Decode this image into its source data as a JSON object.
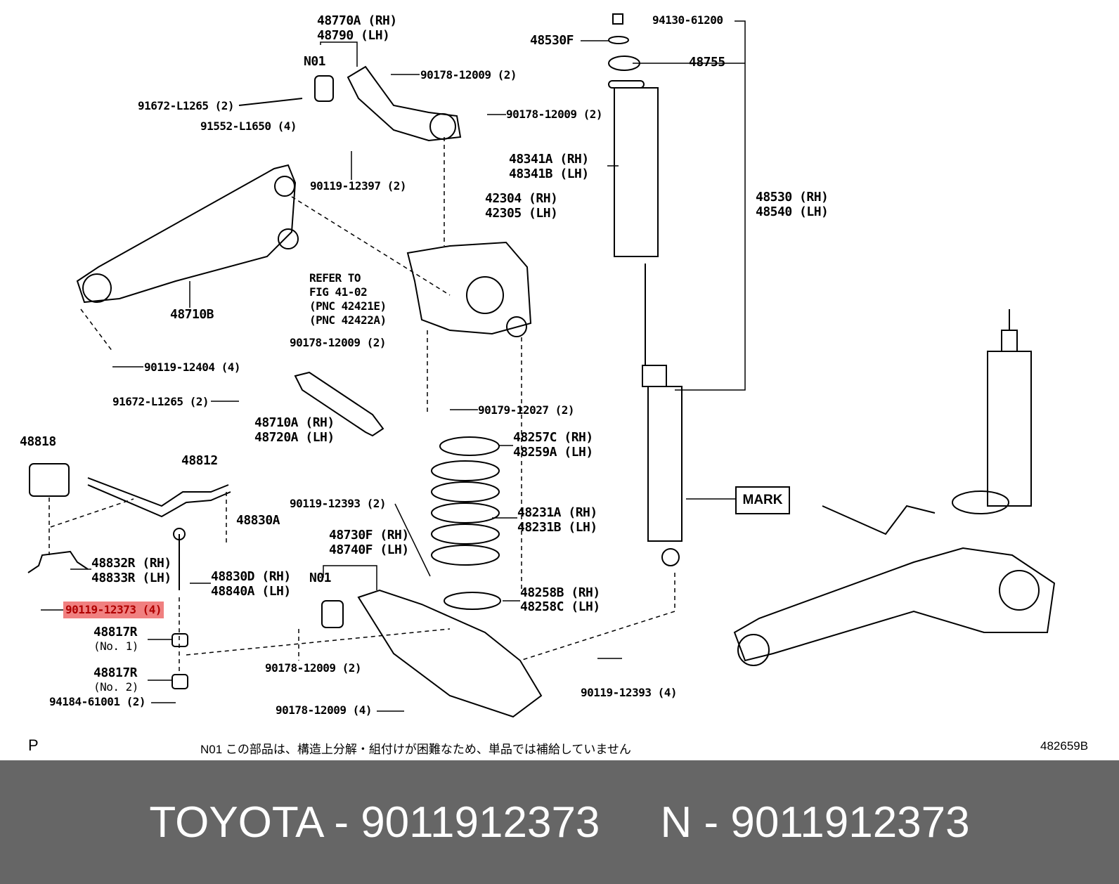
{
  "labels": {
    "l48770a": "48770A (RH)",
    "l48790": "48790 (LH)",
    "n01a": "N01",
    "l90178a": "90178-12009 (2)",
    "l91672a": "91672-L1265 (2)",
    "l90178b": "90178-12009 (2)",
    "l91552": "91552-L1650 (4)",
    "l90119_12397": "90119-12397 (2)",
    "l48710b": "48710B",
    "refer1": "REFER TO",
    "refer2": "FIG 41-02",
    "refer3": "(PNC 42421E)",
    "refer4": "(PNC 42422A)",
    "l90178c": "90178-12009 (2)",
    "l90119_12404": "90119-12404 (4)",
    "l91672b": "91672-L1265 (2)",
    "l90179": "90179-12027 (2)",
    "l48710a": "48710A (RH)",
    "l48720a": "48720A (LH)",
    "l42304": "42304 (RH)",
    "l42305": "42305 (LH)",
    "l48341a": "48341A (RH)",
    "l48341b": "48341B (LH)",
    "l94130": "94130-61200",
    "l48530f": "48530F",
    "l48755": "48755",
    "l48530": "48530 (RH)",
    "l48540": "48540 (LH)",
    "l48257c": "48257C (RH)",
    "l48259a": "48259A (LH)",
    "l48818": "48818",
    "l48812": "48812",
    "l48830a": "48830A",
    "l90119_12393a": "90119-12393 (2)",
    "l48231a": "48231A (RH)",
    "l48231b": "48231B (LH)",
    "l48730f": "48730F (RH)",
    "l48740f": "48740F (LH)",
    "l48832r": "48832R (RH)",
    "l48833r": "48833R (LH)",
    "l48830d": "48830D (RH)",
    "l48840a": "48840A (LH)",
    "n01b": "N01",
    "l48258b": "48258B (RH)",
    "l48258c": "48258C (LH)",
    "l90119_12373": "90119-12373 (4)",
    "l48817r1": "48817R",
    "no1": "(No. 1)",
    "l90178d": "90178-12009 (2)",
    "l48817r2": "48817R",
    "no2": "(No. 2)",
    "l94184": "94184-61001 (2)",
    "l90178e": "90178-12009 (4)",
    "l90119_12393b": "90119-12393 (4)",
    "mark": "MARK"
  },
  "footer": {
    "p": "P",
    "note": "N01  この部品は、構造上分解・組付けが困難なため、単品では補給していません",
    "fig_id": "482659B"
  },
  "banner": {
    "text": "TOYOTA - 9011912373     N - 9011912373"
  },
  "colors": {
    "highlight": "#f08080",
    "banner": "#666666"
  }
}
